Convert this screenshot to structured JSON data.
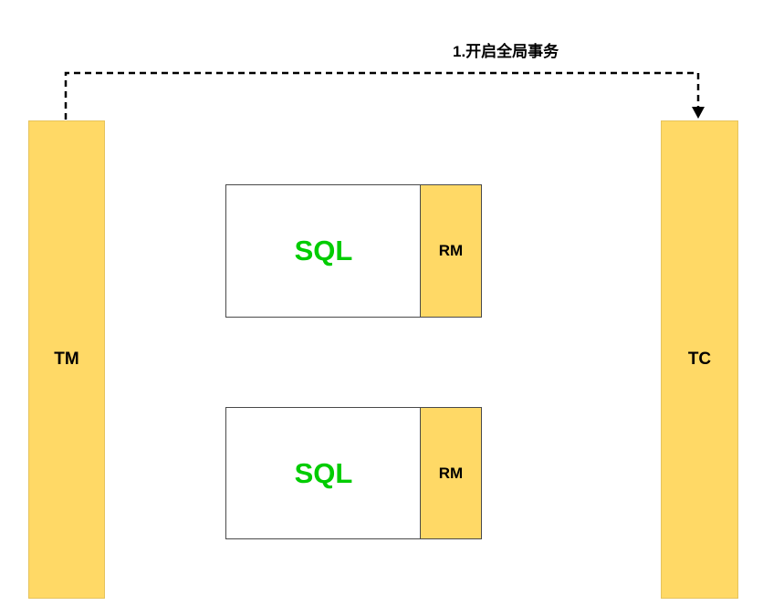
{
  "diagram": {
    "participants": {
      "tm": {
        "label": "TM"
      },
      "tc": {
        "label": "TC"
      }
    },
    "resources": [
      {
        "sql_label": "SQL",
        "rm_label": "RM"
      },
      {
        "sql_label": "SQL",
        "rm_label": "RM"
      }
    ],
    "edges": [
      {
        "from": "TM",
        "to": "TC",
        "label": "1.开启全局事务",
        "style": "dashed"
      }
    ],
    "colors": {
      "pillar_fill": "#ffd966",
      "sql_text": "#00cc00",
      "line": "#000000"
    }
  }
}
